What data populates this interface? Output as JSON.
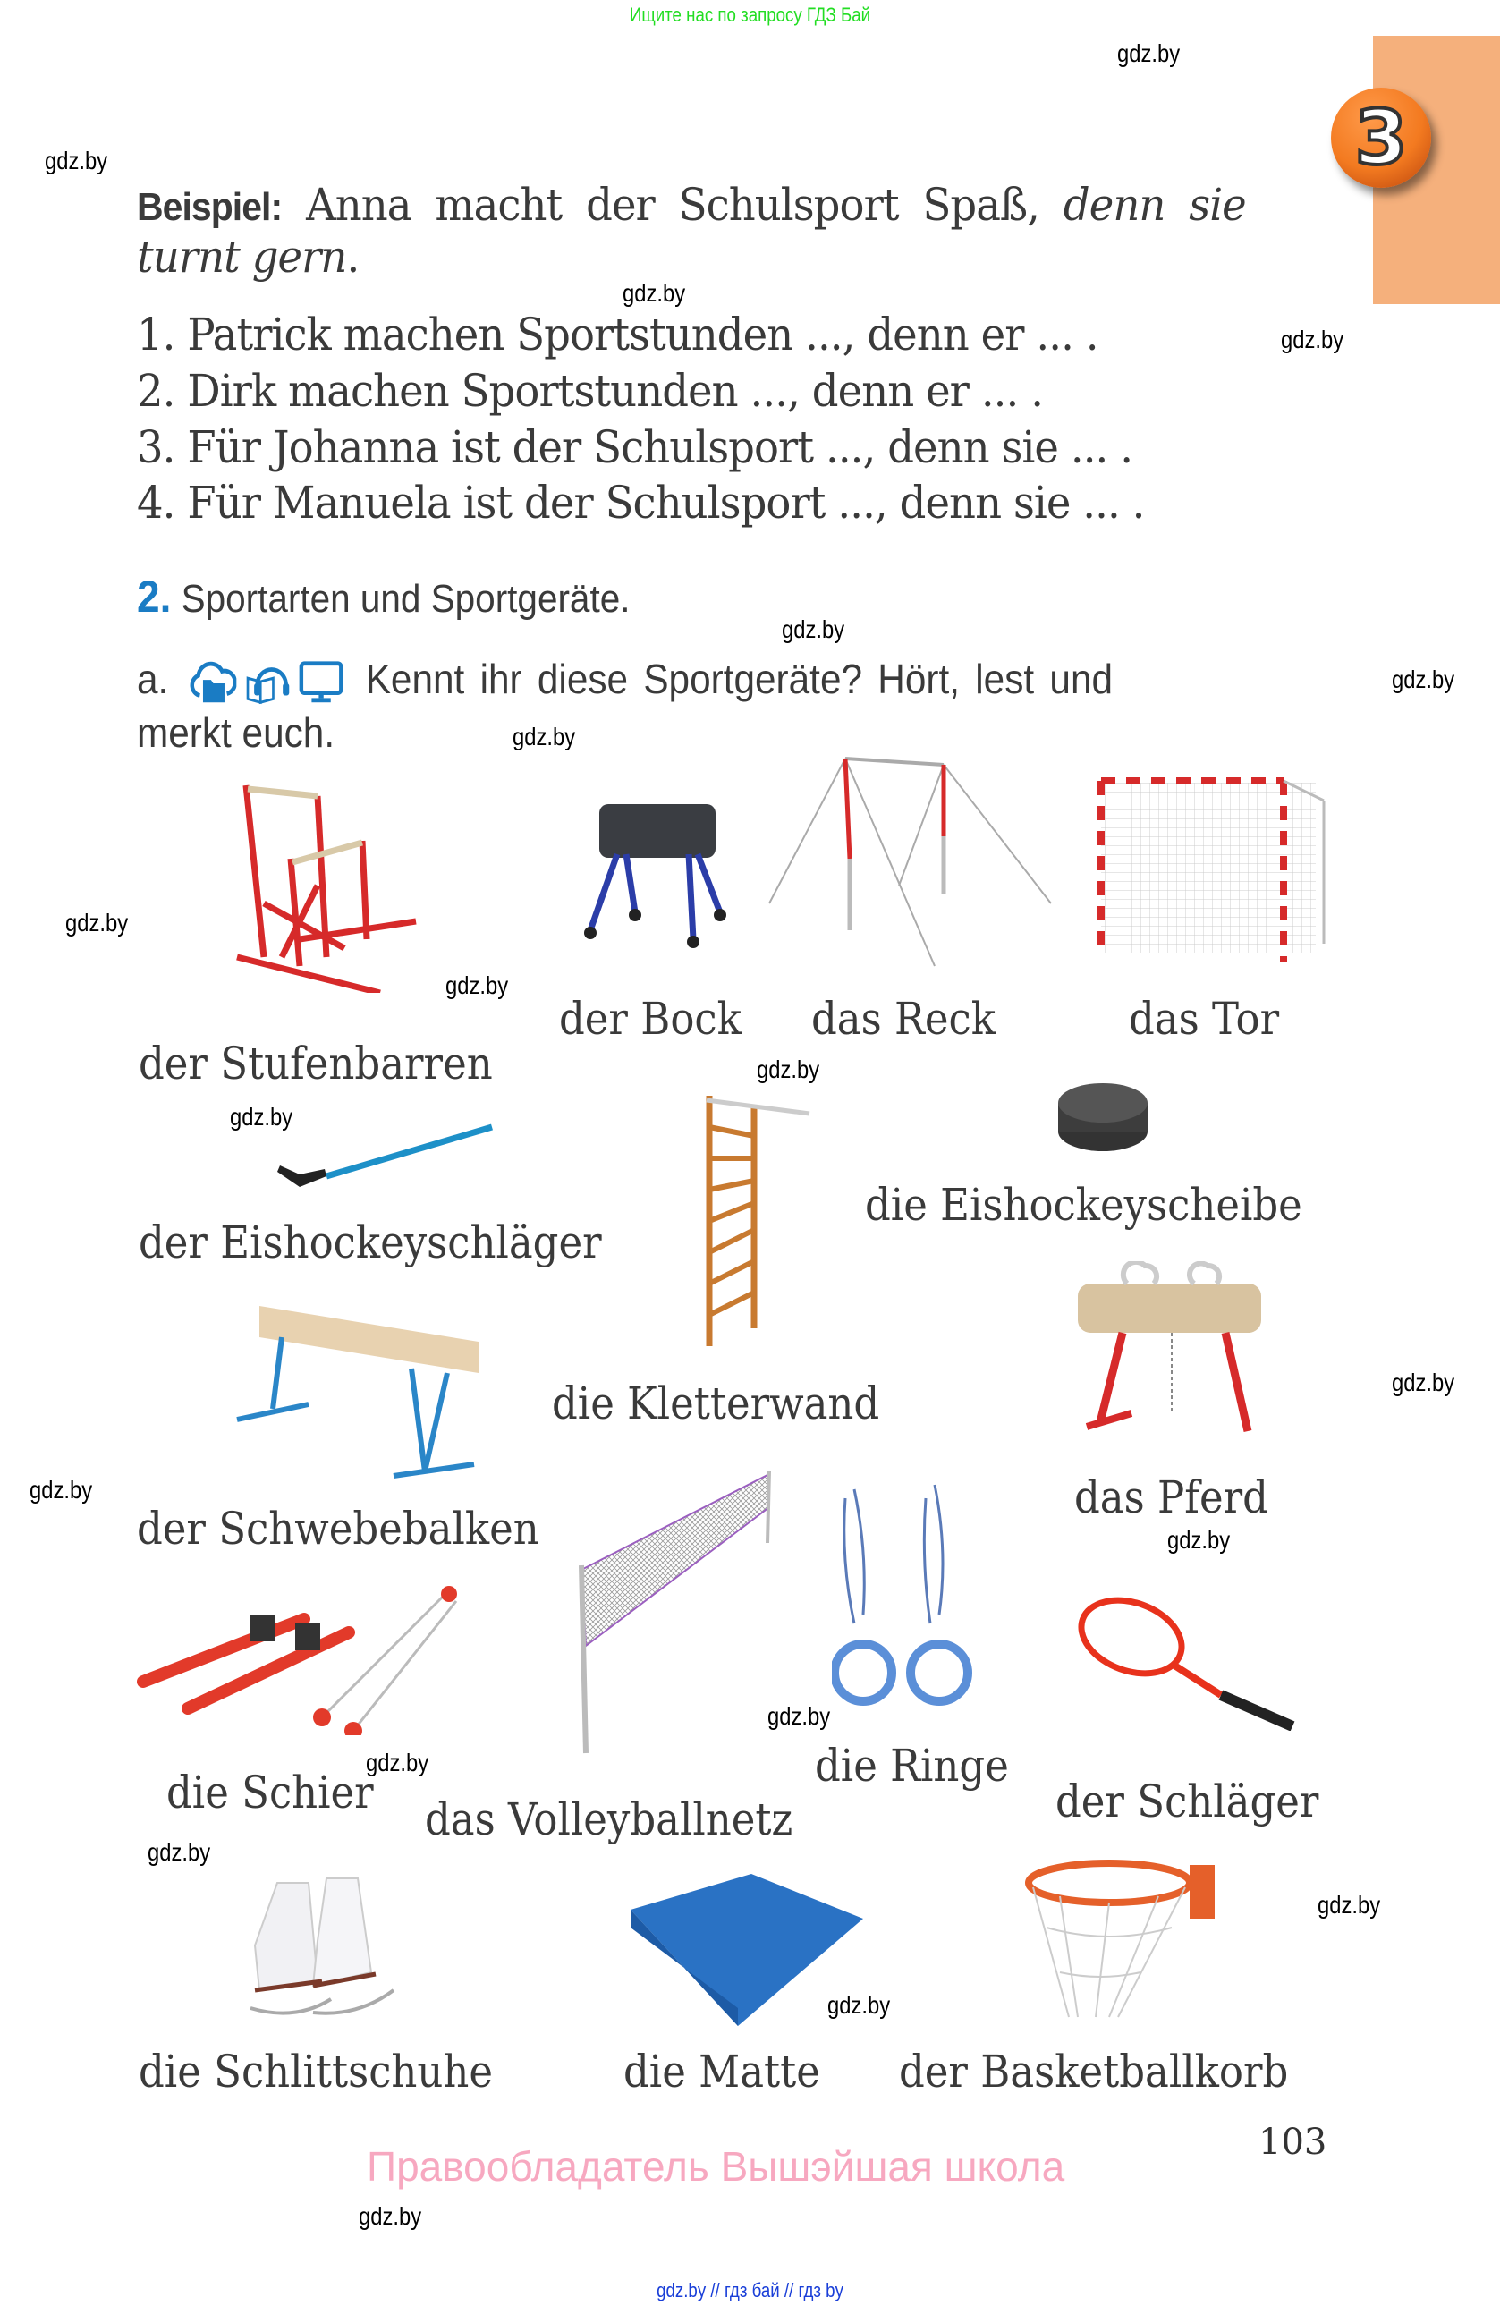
{
  "top_notice": "Ищите нас по запросу ГДЗ Бай",
  "chapter_badge": "3",
  "colors": {
    "side_tab": "#f5b07c",
    "badge": "#f37a20",
    "exercise_number": "#1a7cc4",
    "icons": "#1a7cc4",
    "copyright": "#f7a8c0",
    "footer_links": "#1a3fd8",
    "top_notice": "#22dd22"
  },
  "watermark": "gdz.by",
  "example": {
    "label": "Beispiel:",
    "text_regular": "Anna macht der Schulsport Spaß,",
    "text_italic_1": "denn sie",
    "text_italic_2": "turnt gern",
    "end": "."
  },
  "sentences": [
    {
      "num": "1.",
      "text": "Patrick machen Sportstunden ..., denn er ... ."
    },
    {
      "num": "2.",
      "text": "Dirk machen Sportstunden ..., denn er ... ."
    },
    {
      "num": "3.",
      "text": "Für Johanna ist der Schulsport ..., denn sie ... ."
    },
    {
      "num": "4.",
      "text": "Für Manuela ist der Schulsport ..., denn sie ... ."
    }
  ],
  "exercise2": {
    "number": "2.",
    "title": "Sportarten und Sportgeräte."
  },
  "task_a": {
    "letter": "a.",
    "icons": [
      "cloud-folder-icon",
      "book-headphones-icon",
      "monitor-icon"
    ],
    "line1": "Kennt  ihr  diese  Sportgeräte?  Hört,  lest  und",
    "line2": "merkt euch."
  },
  "equipment": [
    {
      "id": "stufenbarren",
      "label": "der Stufenbarren"
    },
    {
      "id": "bock",
      "label": "der Bock"
    },
    {
      "id": "reck",
      "label": "das Reck"
    },
    {
      "id": "tor",
      "label": "das Tor"
    },
    {
      "id": "eishockeyschlaeger",
      "label": "der Eishockeyschläger"
    },
    {
      "id": "kletterwand",
      "label": "die Kletterwand"
    },
    {
      "id": "eishockeyscheibe",
      "label": "die Eishockeyscheibe"
    },
    {
      "id": "schwebebalken",
      "label": "der Schwebebalken"
    },
    {
      "id": "pferd",
      "label": "das Pferd"
    },
    {
      "id": "schier",
      "label": "die Schier"
    },
    {
      "id": "volleyballnetz",
      "label": "das Volleyballnetz"
    },
    {
      "id": "ringe",
      "label": "die Ringe"
    },
    {
      "id": "schlaeger",
      "label": "der Schläger"
    },
    {
      "id": "schlittschuhe",
      "label": "die Schlittschuhe"
    },
    {
      "id": "matte",
      "label": "die Matte"
    },
    {
      "id": "basketballkorb",
      "label": "der Basketballkorb"
    }
  ],
  "page_number": "103",
  "copyright": "Правообладатель Вышэйшая школа",
  "footer_links": "gdz.by  //  гдз бай  //  гдз by"
}
